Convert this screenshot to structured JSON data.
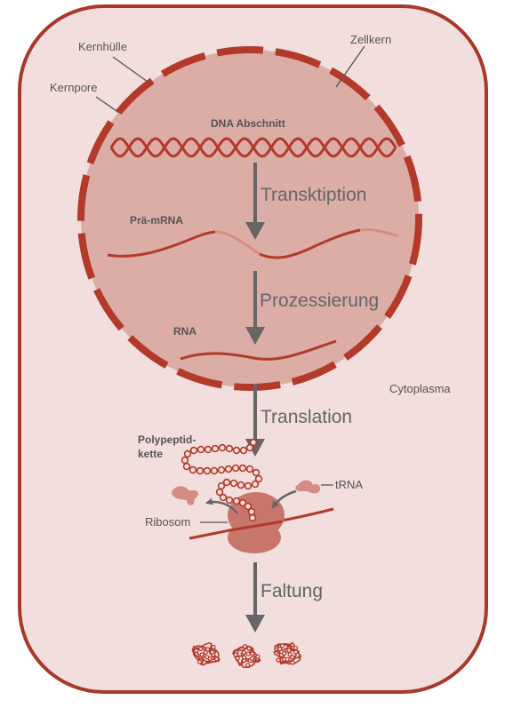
{
  "labels": {
    "kernhuelle": "Kernhülle",
    "zellkern": "Zellkern",
    "kernpore": "Kernpore",
    "dna_abschnitt": "DNA Abschnitt",
    "prae_mrna": "Prä-mRNA",
    "rna": "RNA",
    "cytoplasma": "Cytoplasma",
    "polypeptid_line1": "Polypeptid-",
    "polypeptid_line2": "kette",
    "trna": "tRNA",
    "ribosom": "Ribosom"
  },
  "steps": {
    "transkription": "Transktiption",
    "prozessierung": "Prozessierung",
    "translation": "Translation",
    "faltung": "Faltung"
  },
  "colors": {
    "cell_fill": "#f1dedd",
    "cell_border": "#a8392a",
    "nucleus_fill": "#dcaca6",
    "strand": "#b33a2b",
    "strand_light": "#d48c84",
    "ribosom": "#c8766c",
    "arrow": "#666666",
    "label": "#555555"
  }
}
